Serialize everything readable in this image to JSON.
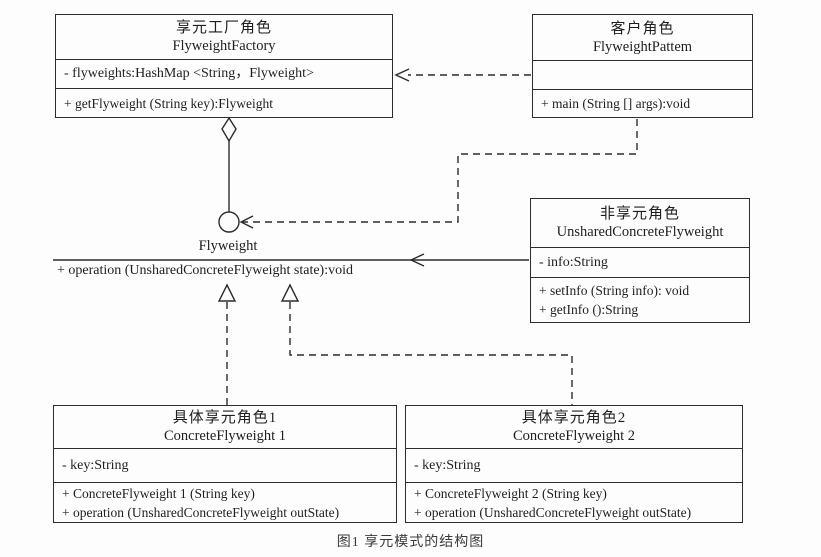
{
  "diagram": {
    "caption": "图1 享元模式的结构图",
    "flyweight_interface": {
      "name": "Flyweight",
      "operation": "+ operation (UnsharedConcreteFlyweight state):void"
    },
    "boxes": {
      "factory": {
        "name_cn": "享元工厂角色",
        "name_en": "FlyweightFactory",
        "attributes": [
          "- flyweights:HashMap <String，Flyweight>"
        ],
        "methods": [
          "+ getFlyweight (String key):Flyweight"
        ]
      },
      "client": {
        "name_cn": "客户角色",
        "name_en": "FlyweightPattem",
        "attributes": [],
        "methods": [
          "+ main (String [] args):void"
        ]
      },
      "unshared": {
        "name_cn": "非享元角色",
        "name_en": "UnsharedConcreteFlyweight",
        "attributes": [
          "- info:String"
        ],
        "methods": [
          "+ setInfo (String info): void",
          "+ getInfo ():String"
        ]
      },
      "concrete1": {
        "name_cn": "具体享元角色1",
        "name_en": "ConcreteFlyweight 1",
        "attributes": [
          "- key:String"
        ],
        "methods": [
          "+ ConcreteFlyweight 1 (String key)",
          "+ operation (UnsharedConcreteFlyweight outState)"
        ]
      },
      "concrete2": {
        "name_cn": "具体享元角色2",
        "name_en": "ConcreteFlyweight 2",
        "attributes": [
          "- key:String"
        ],
        "methods": [
          "+ ConcreteFlyweight 2 (String key)",
          "+ operation (UnsharedConcreteFlyweight outState)"
        ]
      }
    },
    "line_color": "#2c2c2c"
  }
}
